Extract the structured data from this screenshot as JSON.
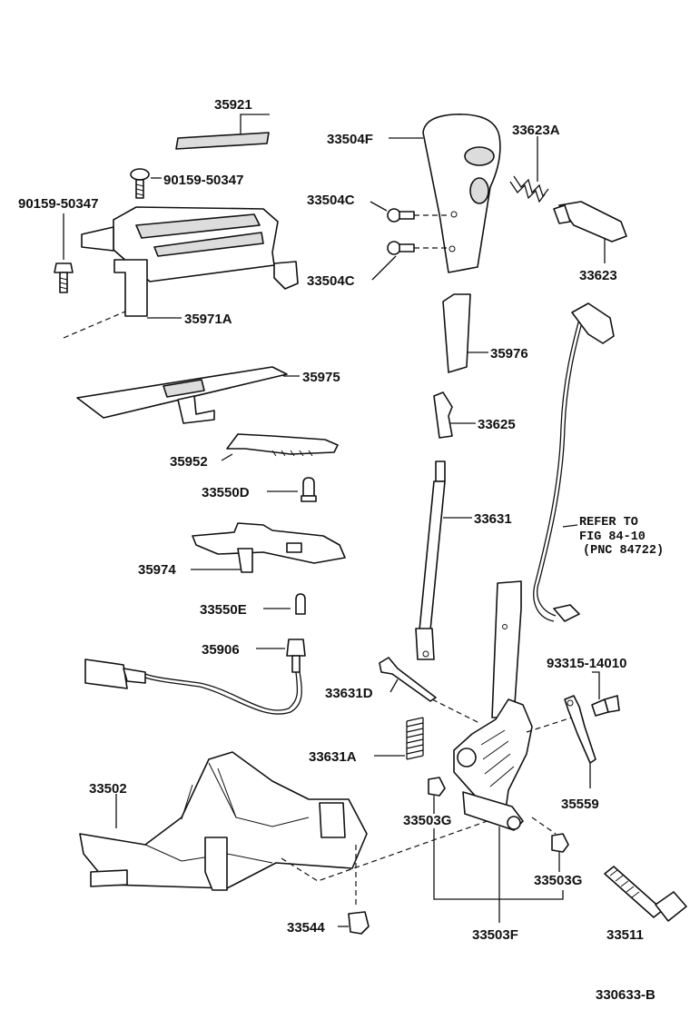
{
  "labels": {
    "p35921": "35921",
    "p90159a": "90159-50347",
    "p90159b": "90159-50347",
    "p35971a": "35971A",
    "p35975": "35975",
    "p35952": "35952",
    "p33550d": "33550D",
    "p35974": "35974",
    "p33550e": "33550E",
    "p35906": "35906",
    "p33502": "33502",
    "p33544": "33544",
    "p33504f": "33504F",
    "p33623a": "33623A",
    "p33504c_top": "33504C",
    "p33504c_bot": "33504C",
    "p33623": "33623",
    "p35976": "35976",
    "p33625": "33625",
    "p33631": "33631",
    "p33631d": "33631D",
    "p33631a": "33631A",
    "p33503g_left": "33503G",
    "p33503g_right": "33503G",
    "p33503f": "33503F",
    "p93315": "93315-14010",
    "p35559": "35559",
    "p33511": "33511",
    "refer_line1": "REFER TO",
    "refer_line2": "FIG 84-10",
    "refer_line3": "(PNC 84722)",
    "figure_code": "330633-B"
  }
}
